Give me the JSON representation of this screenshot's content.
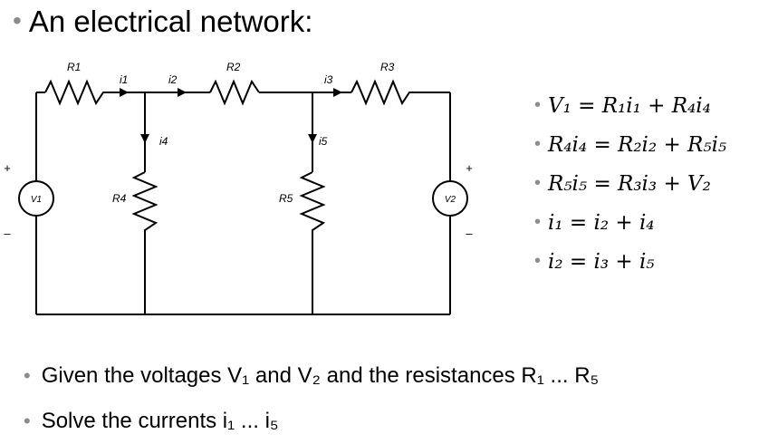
{
  "title": "An electrical network:",
  "circuit": {
    "resistors": [
      "R1",
      "R2",
      "R3",
      "R4",
      "R5"
    ],
    "currents": [
      "i1",
      "i2",
      "i3",
      "i4",
      "i5"
    ],
    "sources": [
      "V1",
      "V2"
    ],
    "polarity_plus": "+",
    "polarity_minus": "–"
  },
  "equations": [
    "V₁ = R₁i₁ + R₄i₄",
    "R₄i₄ = R₂i₂ + R₅i₅",
    "R₅i₅ = R₃i₃ + V₂",
    "i₁ = i₂ + i₄",
    "i₂ = i₃ + i₅"
  ],
  "bottom_bullets": [
    "Given the voltages V₁ and V₂ and the resistances R₁ ... R₅",
    "Solve the currents i₁ ... i₅"
  ]
}
